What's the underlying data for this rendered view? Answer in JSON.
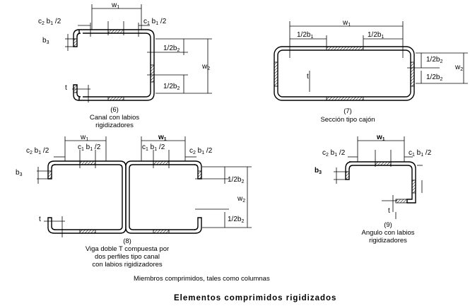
{
  "figure6": {
    "number": "(6)",
    "caption_lines": [
      "Canal con labios",
      "rigidizadores"
    ],
    "w1": "w",
    "w1_sub": "1",
    "w2": "w",
    "w2_sub": "2",
    "c2b1": "c",
    "c2b1_sub": "2",
    "c2b1_mid": " b",
    "c2b1_mid_sub": "1",
    "c2b1_tail": " /2",
    "c1b1": "c",
    "c1b1_sub": "1",
    "c1b1_mid": " b",
    "c1b1_mid_sub": "1",
    "c1b1_tail": " /2",
    "b3": "b",
    "b3_sub": "3",
    "half_b2_top": "1/2b",
    "half_b2_top_sub": "2",
    "half_b2_bottom": "1/2b",
    "half_b2_bottom_sub": "2",
    "t": "t"
  },
  "figure7": {
    "number": "(7)",
    "caption_lines": [
      "Sección tipo cajón"
    ],
    "w1": "w",
    "w1_sub": "1",
    "w2": "w",
    "w2_sub": "2",
    "half_b1_left": "1/2b",
    "half_b1_left_sub": "1",
    "half_b1_right": "1/2b",
    "half_b1_right_sub": "1",
    "half_b2_top": "1/2b",
    "half_b2_top_sub": "2",
    "half_b2_bottom": "1/2b",
    "half_b2_bottom_sub": "2",
    "t": "t"
  },
  "figure8": {
    "number": "(8)",
    "caption_lines": [
      "Viga doble T compuesta por",
      "dos perfiles tipo canal",
      "con labios rigidizadores"
    ],
    "w1_left": "w",
    "w1_left_sub": "1",
    "w1_right": "w",
    "w1_right_sub": "1",
    "w2": "w",
    "w2_sub": "2",
    "c2b1_left": "c",
    "c2b1_left_sub": "2",
    "c2b1_left_mid": " b",
    "c2b1_left_mid_sub": "1",
    "c2b1_left_tail": " /2",
    "c1b1_left": "c",
    "c1b1_left_sub": "1",
    "c1b1_left_mid": " b",
    "c1b1_left_mid_sub": "1",
    "c1b1_left_tail": " /2",
    "c1b1_right": "c",
    "c1b1_right_sub": "1",
    "c1b1_right_mid": " b",
    "c1b1_right_mid_sub": "1",
    "c1b1_right_tail": " /2",
    "c2b1_right": "c",
    "c2b1_right_sub": "2",
    "c2b1_right_mid": " b",
    "c2b1_right_mid_sub": "1",
    "c2b1_right_tail": " /2",
    "b3": "b",
    "b3_sub": "3",
    "half_b2_top": "1/2b",
    "half_b2_top_sub": "2",
    "half_b2_bottom": "1/2b",
    "half_b2_bottom_sub": "2",
    "t": "t"
  },
  "figure9": {
    "number": "(9)",
    "caption_lines": [
      "Angulo con labios",
      "rigidizadores"
    ],
    "w1": "w",
    "w1_sub": "1",
    "c2b1": "c",
    "c2b1_sub": "2",
    "c2b1_mid": " b",
    "c2b1_mid_sub": "1",
    "c2b1_tail": " /2",
    "c1b1": "c",
    "c1b1_sub": "1",
    "c1b1_mid": " b",
    "c1b1_mid_sub": "1",
    "c1b1_tail": " /2",
    "b3": "b",
    "b3_sub": "3",
    "t": "t"
  },
  "footnote": "Miembros comprimidos, tales como columnas",
  "title": "Elementos comprimidos rigidizados"
}
